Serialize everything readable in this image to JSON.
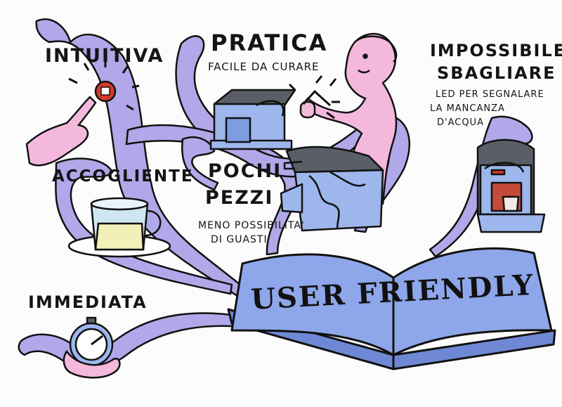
{
  "labels": {
    "intuitiva": "INTUITIVA",
    "pratica": "PRATICA",
    "pratica_sub": "FACILE DA CURARE",
    "impossibile_1": "IMPOSSIBILE",
    "impossibile_2": "SBAGLIARE",
    "impossibile_sub_1": "LED PER SEGNALARE",
    "impossibile_sub_2": "LA MANCANZA",
    "impossibile_sub_3": "D'ACQUA",
    "accogliente": "ACCOGLIENTE",
    "pochi_1": "POCHI",
    "pochi_2": "PEZZI",
    "pochi_sub_1": "MENO POSSIBILITA'",
    "pochi_sub_2": "DI GUASTI",
    "immediata": "IMMEDIATA",
    "book_title": "USER FRIENDLY"
  },
  "colors": {
    "ribbon": "#b0a8e8",
    "ribbon_dark": "#8e85d4",
    "book": "#8ea6ea",
    "book_dark": "#6f88d6",
    "skin": "#f4b8dc",
    "machine_blue": "#9db6ec",
    "machine_grey": "#5a5e66",
    "red": "#d23a2a",
    "glass_yellow": "#f2f0b8",
    "ink": "#111111"
  }
}
